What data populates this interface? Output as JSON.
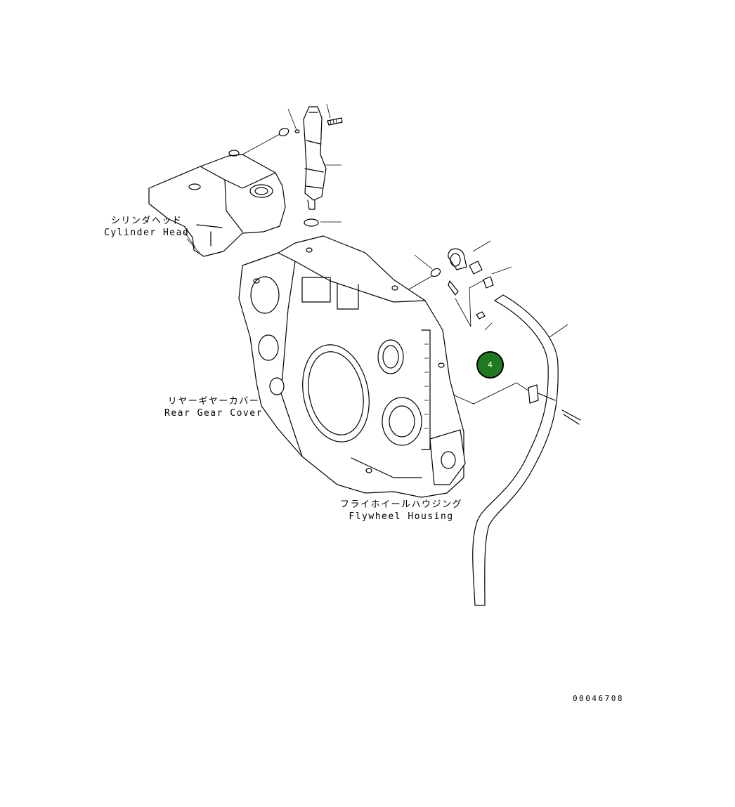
{
  "labels": {
    "cylinder_head": {
      "jp": "シリンダヘッド",
      "en": "Cylinder Head"
    },
    "rear_gear_cover": {
      "jp": "リヤーギヤーカバー",
      "en": "Rear Gear Cover"
    },
    "flywheel_housing": {
      "jp": "フライホイールハウジング",
      "en": "Flywheel Housing"
    }
  },
  "callout": {
    "number": "4",
    "color": "#1e7a1e"
  },
  "drawing_number": "00046708"
}
